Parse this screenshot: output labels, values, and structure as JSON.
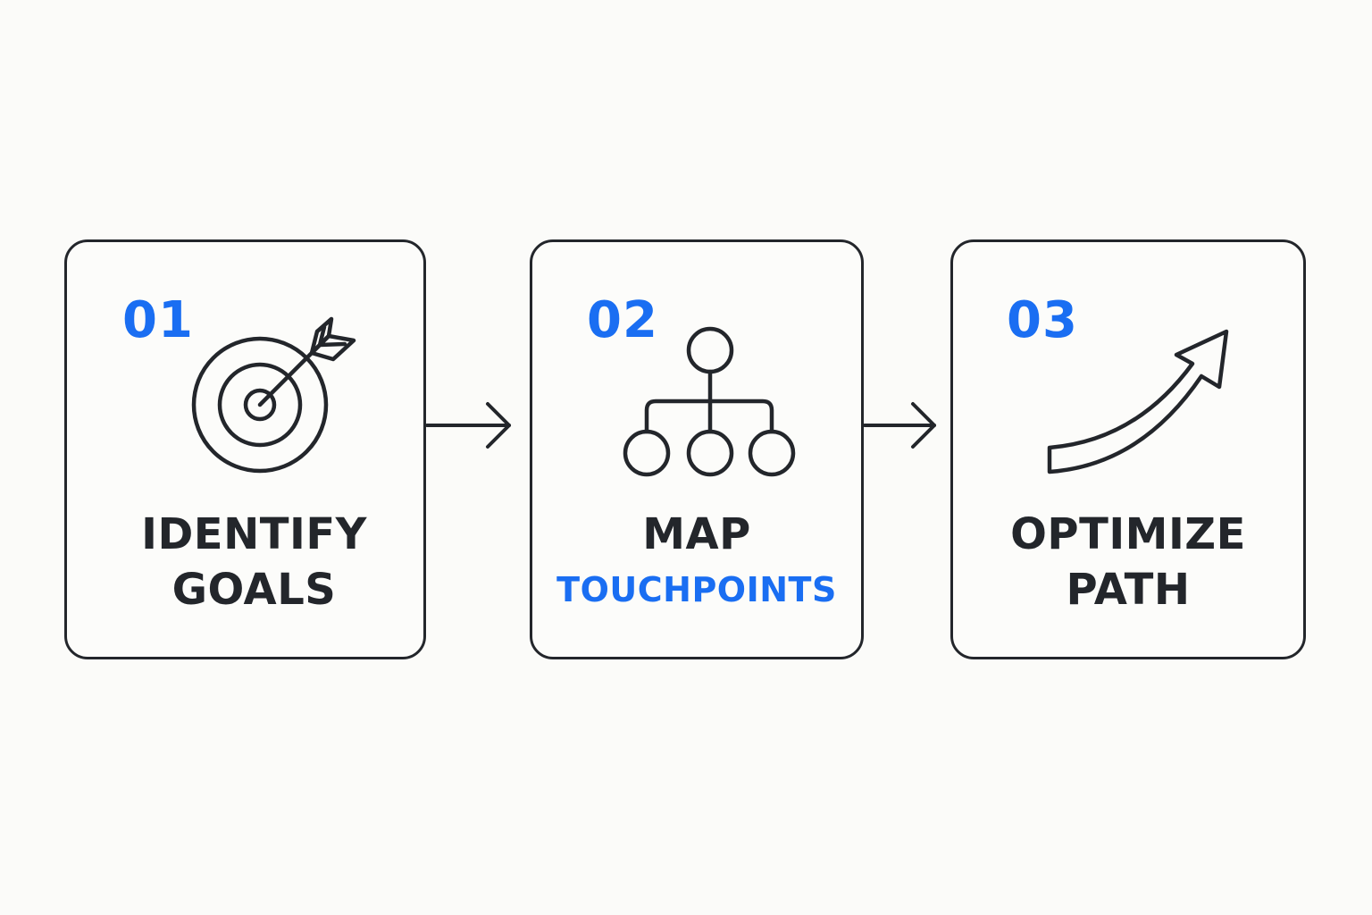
{
  "colors": {
    "accent": "#1a6ef2",
    "stroke": "#23262b",
    "background": "#fbfbf9"
  },
  "steps": [
    {
      "number": "01",
      "title_line_1": "IDENTIFY",
      "title_line_2": "GOALS",
      "line_2_color": "#23262b",
      "icon": "target-arrow-icon"
    },
    {
      "number": "02",
      "title_line_1": "MAP",
      "title_line_2": "TOUCHPOINTS",
      "line_2_color": "#1a6ef2",
      "icon": "hierarchy-icon"
    },
    {
      "number": "03",
      "title_line_1": "OPTIMIZE",
      "title_line_2": "PATH",
      "line_2_color": "#23262b",
      "icon": "upward-curve-arrow-icon"
    }
  ]
}
